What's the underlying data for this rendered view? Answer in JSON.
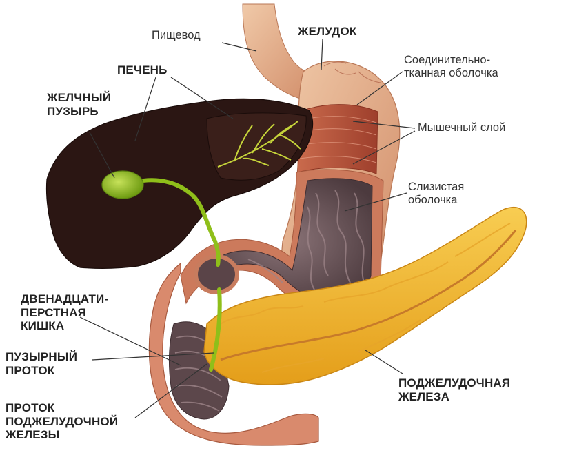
{
  "labels": {
    "esophagus": "Пищевод",
    "stomach": "ЖЕЛУДОК",
    "liver": "ПЕЧЕНЬ",
    "gallbladder": "ЖЕЛЧНЫЙ\nПУЗЫРЬ",
    "serosa": "Соединительно-\nтканная оболочка",
    "muscle_layer": "Мышечный слой",
    "mucosa": "Слизистая\nоболочка",
    "duodenum": "ДВЕНАДЦАТИ-\nПЕРСТНАЯ\nКИШКА",
    "cystic_duct": "ПУЗЫРНЫЙ\nПРОТОК",
    "pancreatic_duct": "ПРОТОК\nПОДЖЕЛУДОЧНОЙ\nЖЕЛЕЗЫ",
    "pancreas": "ПОДЖЕЛУДОЧНАЯ\nЖЕЛЕЗА"
  },
  "colors": {
    "liver": "#2b1613",
    "gallbladder": "#8fbf1a",
    "bile_veins": "#c6d43a",
    "stomach_outer": "#dc9f7a",
    "muscle": "#b8553c",
    "mucosa": "#6e5a5e",
    "pancreas": "#f1b325",
    "duodenum": "#d98a6d",
    "leader_line": "#333333"
  }
}
